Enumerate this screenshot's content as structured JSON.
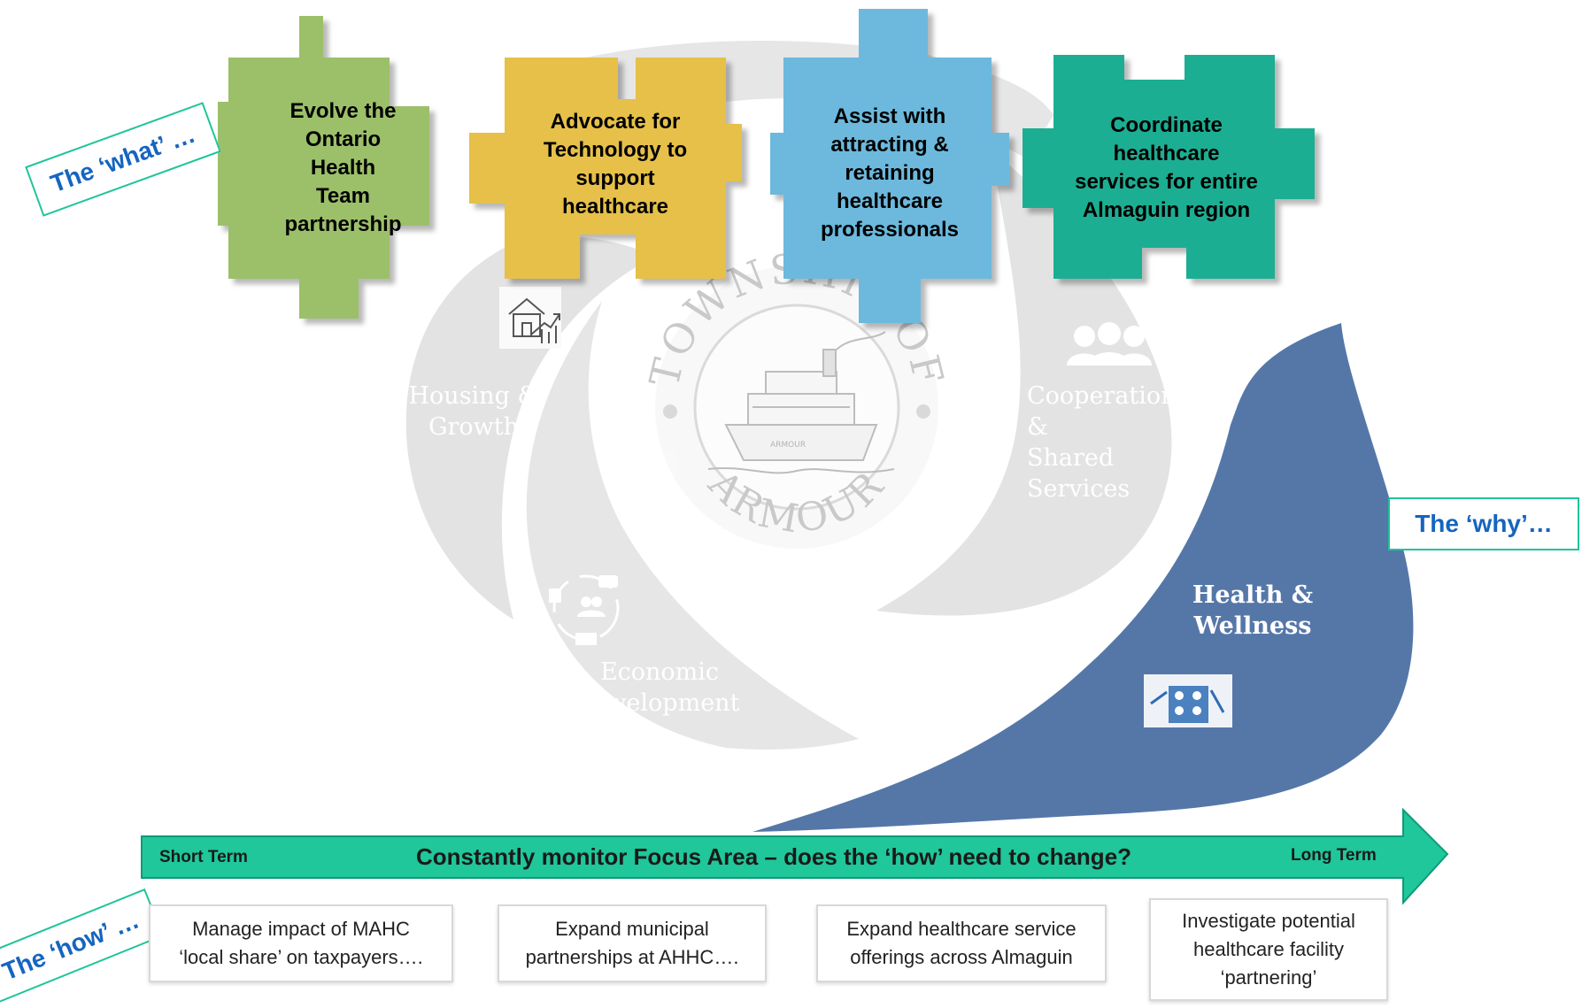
{
  "what_label": "The ‘what’ …",
  "why_label": "The ‘why’…",
  "how_label": "The ‘how’ …",
  "puzzle_pieces": [
    {
      "text": "Evolve the\nOntario\nHealth\nTeam\npartnership",
      "color": "#9cc06a"
    },
    {
      "text": "Advocate for\nTechnology to\nsupport\nhealthcare",
      "color": "#e6c04a"
    },
    {
      "text": "Assist with\nattracting &\nretaining\nhealthcare\nprofessionals",
      "color": "#6cb9dd"
    },
    {
      "text": "Coordinate\nhealthcare\nservices for entire\nAlmaguin region",
      "color": "#1cae92"
    }
  ],
  "focus_areas": {
    "housing": "Housing &\nGrowth",
    "cooperation": "Cooperation\n&\nShared\nServices",
    "economic": "Economic\nDevelopment",
    "health": "Health &\nWellness"
  },
  "seal": {
    "top": "TOWNSHIP OF",
    "bottom": "ARMOUR",
    "boat": "ARMOUR"
  },
  "arrow": {
    "short_term": "Short Term",
    "main": "Constantly monitor Focus Area – does the ‘how’ need to change?",
    "long_term": "Long Term",
    "color": "#1fc79a"
  },
  "how_items": [
    "Manage impact of MAHC\n‘local share’ on taxpayers….",
    "Expand municipal\npartnerships at AHHC….",
    "Expand healthcare service\nofferings across Almaguin",
    "Investigate potential\nhealthcare facility\n‘partnering’"
  ],
  "colors": {
    "health_petal": "#5577a8",
    "grey_petal": "#e3e3e3",
    "accent": "#1565c0"
  }
}
